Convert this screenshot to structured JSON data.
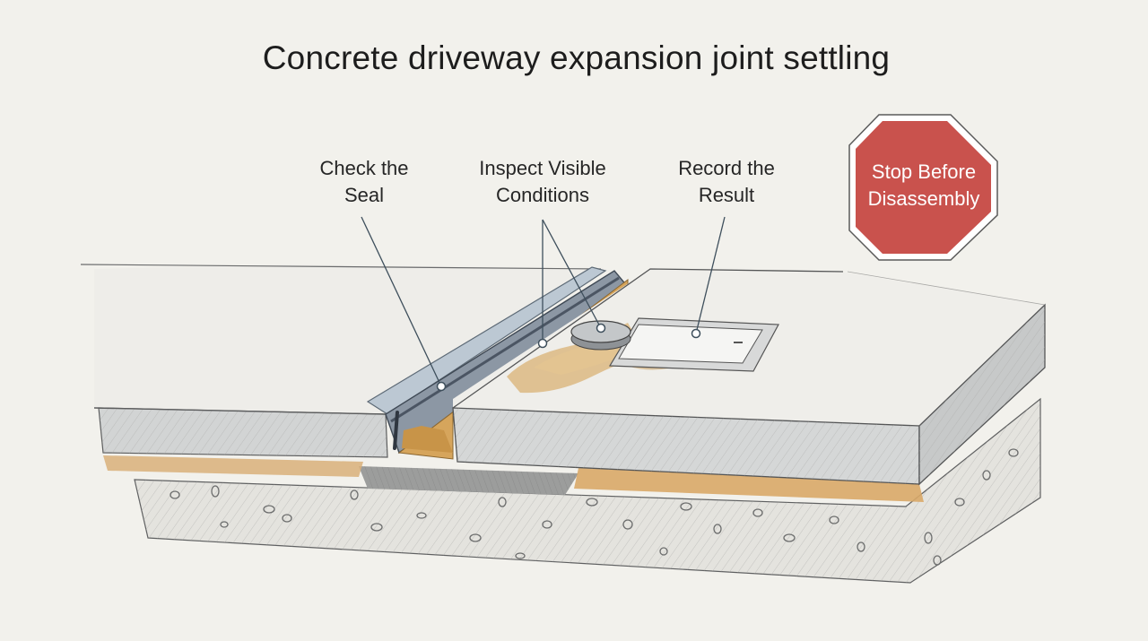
{
  "title": "Concrete driveway expansion joint settling",
  "callouts": {
    "check_seal": [
      "Check the",
      "Seal"
    ],
    "inspect": [
      "Inspect Visible",
      "Conditions"
    ],
    "record": [
      "Record the",
      "Result"
    ]
  },
  "stop_sign": {
    "lines": [
      "Stop Before",
      "Disassembly"
    ],
    "color": "#c9524d"
  },
  "colors": {
    "background": "#f2f1ec",
    "slab_top": "#eeede9",
    "slab_edge": "#cfd2d2",
    "seal": "#7b8591",
    "filler": "#d2a460",
    "leader": "#3e4f5c"
  }
}
